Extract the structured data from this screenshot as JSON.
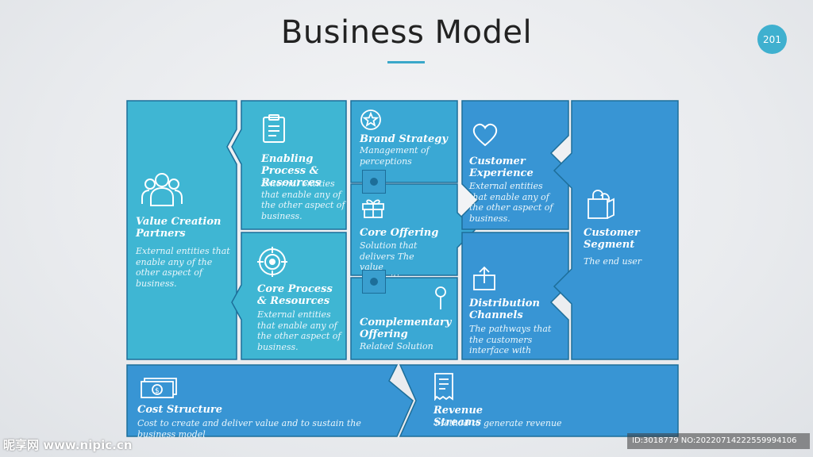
{
  "title": "Business Model",
  "page_number": "201",
  "colors": {
    "teal": "#3fb6d3",
    "blue": "#3895d4",
    "mid": "#3aa3d3",
    "border": "#1d6e99"
  },
  "tiles": {
    "value_creation": {
      "heading": "Value Creation Partners",
      "desc": "External entities that enable any of the other aspect of business.",
      "icon": "people-icon"
    },
    "enabling": {
      "heading": "Enabling Process & Resources",
      "desc": "External entities that enable any of the other aspect of business.",
      "icon": "clipboard-icon"
    },
    "core_process": {
      "heading": "Core Process & Resources",
      "desc": "External entities that enable any of the other aspect of business.",
      "icon": "target-icon"
    },
    "brand": {
      "heading": "Brand Strategy",
      "desc": "Management of perceptions",
      "icon": "star-badge-icon"
    },
    "core_offering": {
      "heading": "Core Offering",
      "desc": "Solution that delivers The value proposition",
      "icon": "gift-icon"
    },
    "complementary": {
      "heading": "Complementary Offering",
      "desc": "Related Solution",
      "icon": "pin-icon"
    },
    "customer_experience": {
      "heading": "Customer Experience",
      "desc": "External entities that enable any of the other aspect of business.",
      "icon": "heart-icon"
    },
    "distribution": {
      "heading": "Distribution Channels",
      "desc": "The pathways that the customers interface with",
      "icon": "box-arrow-icon"
    },
    "customer_segment": {
      "heading": "Customer Segment",
      "desc": "The end user",
      "icon": "shopping-bag-icon"
    },
    "cost": {
      "heading": "Cost Structure",
      "desc": "Cost to create and deliver value and to sustain the business model",
      "icon": "money-icon"
    },
    "revenue": {
      "heading": "Revenue Streams",
      "desc": "Method to generate revenue",
      "icon": "receipt-icon"
    }
  },
  "watermark": {
    "left": "昵享网 www.nipic.cn",
    "right": "ID:3018779 NO:20220714222559994106"
  }
}
